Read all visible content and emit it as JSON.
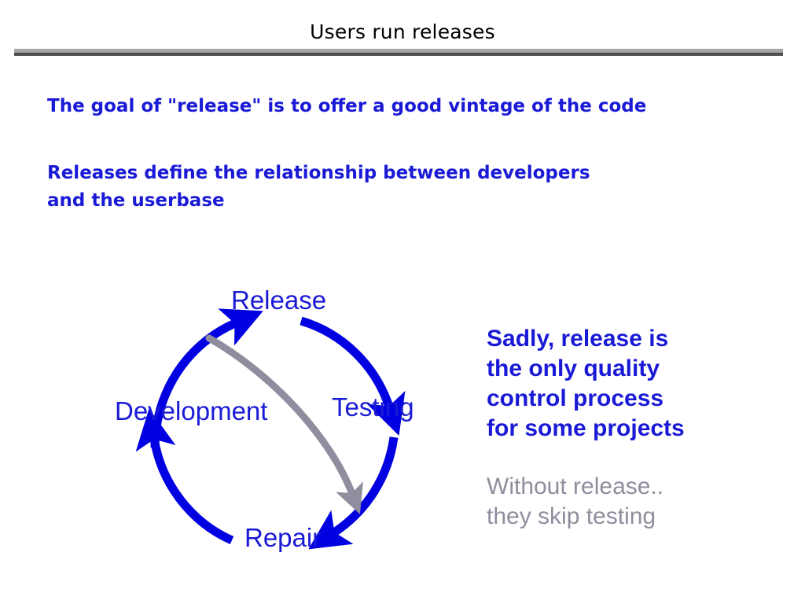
{
  "header": {
    "title": "Users run releases",
    "rule_color_light": "#a6a6a6",
    "rule_color_dark": "#4d4d4d"
  },
  "body": {
    "bullet_1": "The goal of \"release\" is to offer a good vintage of the code",
    "bullet_2": "Releases define the relationship between developers\nand the userbase"
  },
  "diagram": {
    "type": "cycle",
    "accent_color": "#0000e0",
    "label_color": "#1a1ad6",
    "shortcut_color": "#8e8e9e",
    "nodes": [
      {
        "id": "release",
        "label": "Release"
      },
      {
        "id": "testing",
        "label": "Testing"
      },
      {
        "id": "repair",
        "label": "Repair"
      },
      {
        "id": "development",
        "label": "Development"
      }
    ],
    "edges": [
      {
        "from": "development",
        "to": "release",
        "style": "blue-arc"
      },
      {
        "from": "release",
        "to": "testing",
        "style": "blue-arc"
      },
      {
        "from": "testing",
        "to": "repair",
        "style": "blue-arc"
      },
      {
        "from": "repair",
        "to": "development",
        "style": "blue-arc"
      },
      {
        "from": "release",
        "to": "repair",
        "style": "gray-shortcut"
      }
    ]
  },
  "side_notes": {
    "primary": "Sadly, release is\nthe only quality\ncontrol process\nfor some projects",
    "secondary": "Without release..\nthey skip testing"
  }
}
